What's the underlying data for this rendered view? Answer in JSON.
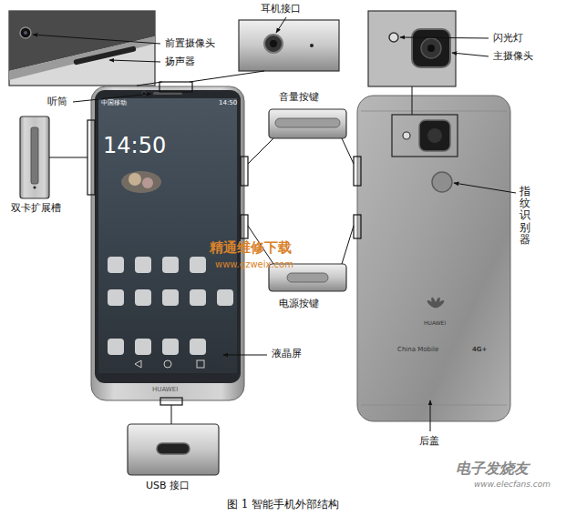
{
  "diagram": {
    "caption": "图 1 智能手机外部结构",
    "labels": [
      "前置摄像头",
      "扬声器",
      "耳机接口",
      "闪光灯",
      "主摄像头",
      "音量按键",
      "听筒",
      "中国移动",
      "14:50",
      "14:50",
      "双卡扩展槽",
      "指纹识别器",
      "精通维修下载",
      "www.gzweix.com",
      "电源按键",
      "液晶屏",
      "HUAWEI",
      "China Mobile",
      "4G+",
      "HUAWEI",
      "后盖",
      "USB 接口",
      "电子发烧友",
      "www.elecfans.com"
    ]
  }
}
